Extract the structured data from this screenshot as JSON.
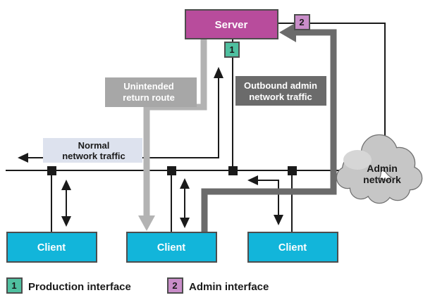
{
  "diagram": {
    "server": {
      "label": "Server"
    },
    "clients": [
      "Client",
      "Client",
      "Client"
    ],
    "admin_cloud": {
      "line1": "Admin",
      "line2": "network"
    },
    "callouts": {
      "unintended": {
        "line1": "Unintended",
        "line2": "return route"
      },
      "outbound": {
        "line1": "Outbound admin",
        "line2": "network traffic"
      },
      "normal": {
        "line1": "Normal",
        "line2": "network traffic"
      }
    },
    "badges": {
      "production": "1",
      "admin": "2"
    }
  },
  "legend": {
    "production": {
      "badge": "1",
      "label": "Production interface"
    },
    "admin": {
      "badge": "2",
      "label": "Admin interface"
    }
  },
  "colors": {
    "server": "#b84c9c",
    "client": "#12b5da",
    "badge_production": "#4fc0a0",
    "badge_admin": "#c98dc9",
    "callout_gray": "#a7a7a7",
    "callout_dark": "#6b6b6b",
    "callout_light": "#dde2ee",
    "route_light": "#b3b3b3",
    "route_dark": "#6b6b6b",
    "cloud_fill": "#c6c6c6",
    "cloud_highlight": "#d6d6d6",
    "line": "#1a1a1a"
  }
}
